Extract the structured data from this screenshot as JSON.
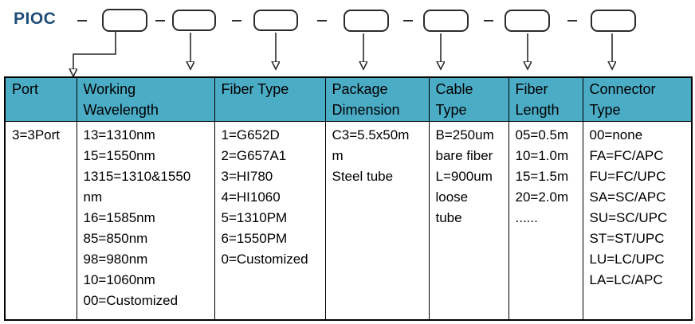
{
  "title": "PIOC",
  "colors": {
    "header_bg": "#4BACC6",
    "title_color": "#1F4E79",
    "line_color": "#2b2b2b"
  },
  "table": {
    "columns": [
      {
        "id": "port",
        "header": [
          "Port"
        ],
        "values": [
          "3=3Port"
        ]
      },
      {
        "id": "working-wavelength",
        "header": [
          "Working",
          "Wavelength"
        ],
        "values": [
          "13=1310nm",
          "15=1550nm",
          "1315=1310&1550",
          "nm",
          "16=1585nm",
          "85=850nm",
          "98=980nm",
          "10=1060nm",
          "00=Customized"
        ]
      },
      {
        "id": "fiber-type",
        "header": [
          "Fiber Type"
        ],
        "values": [
          "1=G652D",
          "2=G657A1",
          "3=HI780",
          "4=HI1060",
          "5=1310PM",
          "6=1550PM",
          "0=Customized"
        ]
      },
      {
        "id": "package-dimension",
        "header": [
          "Package",
          "Dimension"
        ],
        "values": [
          "C3=5.5x50m",
          "m",
          "Steel tube"
        ]
      },
      {
        "id": "cable-type",
        "header": [
          "Cable",
          "Type"
        ],
        "values": [
          "B=250um",
          "bare fiber",
          "L=900um",
          "loose",
          "tube"
        ]
      },
      {
        "id": "fiber-length",
        "header": [
          "Fiber",
          "Length"
        ],
        "values": [
          "05=0.5m",
          "10=1.0m",
          "15=1.5m",
          "20=2.0m",
          "......"
        ]
      },
      {
        "id": "connector-type",
        "header": [
          "Connector",
          "Type"
        ],
        "values": [
          "00=none",
          "FA=FC/APC",
          "FU=FC/UPC",
          "SA=SC/APC",
          "SU=SC/UPC",
          "ST=ST/UPC",
          "LU=LC/UPC",
          "LA=LC/APC"
        ]
      }
    ]
  }
}
